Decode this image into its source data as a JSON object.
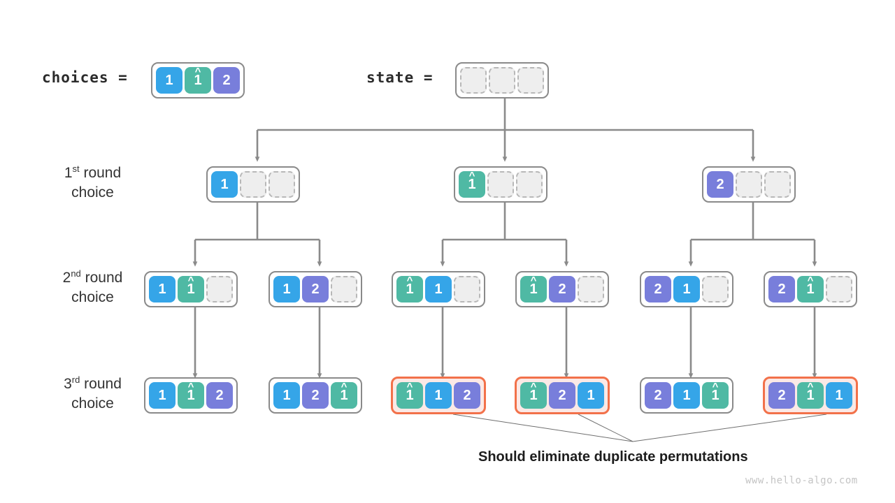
{
  "diagram": {
    "title_labels": {
      "choices": "choices =",
      "state": "state ="
    },
    "round_labels": [
      {
        "ordinal": "1",
        "suffix": "st",
        "word": " round",
        "second_line": "choice"
      },
      {
        "ordinal": "2",
        "suffix": "nd",
        "word": " round",
        "second_line": "choice"
      },
      {
        "ordinal": "3",
        "suffix": "rd",
        "word": " round",
        "second_line": "choice"
      }
    ],
    "caption": "Should eliminate duplicate permutations",
    "watermark": "www.hello-algo.com",
    "colors": {
      "blue": "#35a5e8",
      "teal": "#4fb9a4",
      "purple": "#787edb",
      "empty_fill": "#eeeeee",
      "empty_border": "#b8b8b8",
      "frame_border": "#8a8a8a",
      "highlight_border": "#f2714a",
      "highlight_fill": "#fbe9e6",
      "wire": "#8a8a8a",
      "callout": "#6e6e6e",
      "text": "#2b2b2b",
      "watermark": "#c4c4c4"
    },
    "glyphs": {
      "hat": "^",
      "one": "1",
      "two": "2",
      "one_hat_label": "1-hat"
    },
    "choices_array": {
      "name": "choices",
      "cells": [
        {
          "value": "1",
          "color": "blue",
          "hat": false
        },
        {
          "value": "1",
          "color": "teal",
          "hat": true
        },
        {
          "value": "2",
          "color": "purple",
          "hat": false
        }
      ]
    },
    "state_array": {
      "name": "state",
      "cells": [
        {
          "value": "",
          "color": "empty",
          "hat": false
        },
        {
          "value": "",
          "color": "empty",
          "hat": false
        },
        {
          "value": "",
          "color": "empty",
          "hat": false
        }
      ]
    },
    "round1": [
      {
        "highlight": false,
        "cells": [
          {
            "value": "1",
            "color": "blue",
            "hat": false
          },
          {
            "value": "",
            "color": "empty",
            "hat": false
          },
          {
            "value": "",
            "color": "empty",
            "hat": false
          }
        ]
      },
      {
        "highlight": false,
        "cells": [
          {
            "value": "1",
            "color": "teal",
            "hat": true
          },
          {
            "value": "",
            "color": "empty",
            "hat": false
          },
          {
            "value": "",
            "color": "empty",
            "hat": false
          }
        ]
      },
      {
        "highlight": false,
        "cells": [
          {
            "value": "2",
            "color": "purple",
            "hat": false
          },
          {
            "value": "",
            "color": "empty",
            "hat": false
          },
          {
            "value": "",
            "color": "empty",
            "hat": false
          }
        ]
      }
    ],
    "round2": [
      {
        "highlight": false,
        "cells": [
          {
            "value": "1",
            "color": "blue",
            "hat": false
          },
          {
            "value": "1",
            "color": "teal",
            "hat": true
          },
          {
            "value": "",
            "color": "empty",
            "hat": false
          }
        ]
      },
      {
        "highlight": false,
        "cells": [
          {
            "value": "1",
            "color": "blue",
            "hat": false
          },
          {
            "value": "2",
            "color": "purple",
            "hat": false
          },
          {
            "value": "",
            "color": "empty",
            "hat": false
          }
        ]
      },
      {
        "highlight": false,
        "cells": [
          {
            "value": "1",
            "color": "teal",
            "hat": true
          },
          {
            "value": "1",
            "color": "blue",
            "hat": false
          },
          {
            "value": "",
            "color": "empty",
            "hat": false
          }
        ]
      },
      {
        "highlight": false,
        "cells": [
          {
            "value": "1",
            "color": "teal",
            "hat": true
          },
          {
            "value": "2",
            "color": "purple",
            "hat": false
          },
          {
            "value": "",
            "color": "empty",
            "hat": false
          }
        ]
      },
      {
        "highlight": false,
        "cells": [
          {
            "value": "2",
            "color": "purple",
            "hat": false
          },
          {
            "value": "1",
            "color": "blue",
            "hat": false
          },
          {
            "value": "",
            "color": "empty",
            "hat": false
          }
        ]
      },
      {
        "highlight": false,
        "cells": [
          {
            "value": "2",
            "color": "purple",
            "hat": false
          },
          {
            "value": "1",
            "color": "teal",
            "hat": true
          },
          {
            "value": "",
            "color": "empty",
            "hat": false
          }
        ]
      }
    ],
    "round3": [
      {
        "highlight": false,
        "cells": [
          {
            "value": "1",
            "color": "blue",
            "hat": false
          },
          {
            "value": "1",
            "color": "teal",
            "hat": true
          },
          {
            "value": "2",
            "color": "purple",
            "hat": false
          }
        ]
      },
      {
        "highlight": false,
        "cells": [
          {
            "value": "1",
            "color": "blue",
            "hat": false
          },
          {
            "value": "2",
            "color": "purple",
            "hat": false
          },
          {
            "value": "1",
            "color": "teal",
            "hat": true
          }
        ]
      },
      {
        "highlight": true,
        "cells": [
          {
            "value": "1",
            "color": "teal",
            "hat": true
          },
          {
            "value": "1",
            "color": "blue",
            "hat": false
          },
          {
            "value": "2",
            "color": "purple",
            "hat": false
          }
        ]
      },
      {
        "highlight": true,
        "cells": [
          {
            "value": "1",
            "color": "teal",
            "hat": true
          },
          {
            "value": "2",
            "color": "purple",
            "hat": false
          },
          {
            "value": "1",
            "color": "blue",
            "hat": false
          }
        ]
      },
      {
        "highlight": false,
        "cells": [
          {
            "value": "2",
            "color": "purple",
            "hat": false
          },
          {
            "value": "1",
            "color": "blue",
            "hat": false
          },
          {
            "value": "1",
            "color": "teal",
            "hat": true
          }
        ]
      },
      {
        "highlight": true,
        "cells": [
          {
            "value": "2",
            "color": "purple",
            "hat": false
          },
          {
            "value": "1",
            "color": "teal",
            "hat": true
          },
          {
            "value": "1",
            "color": "blue",
            "hat": false
          }
        ]
      }
    ]
  }
}
